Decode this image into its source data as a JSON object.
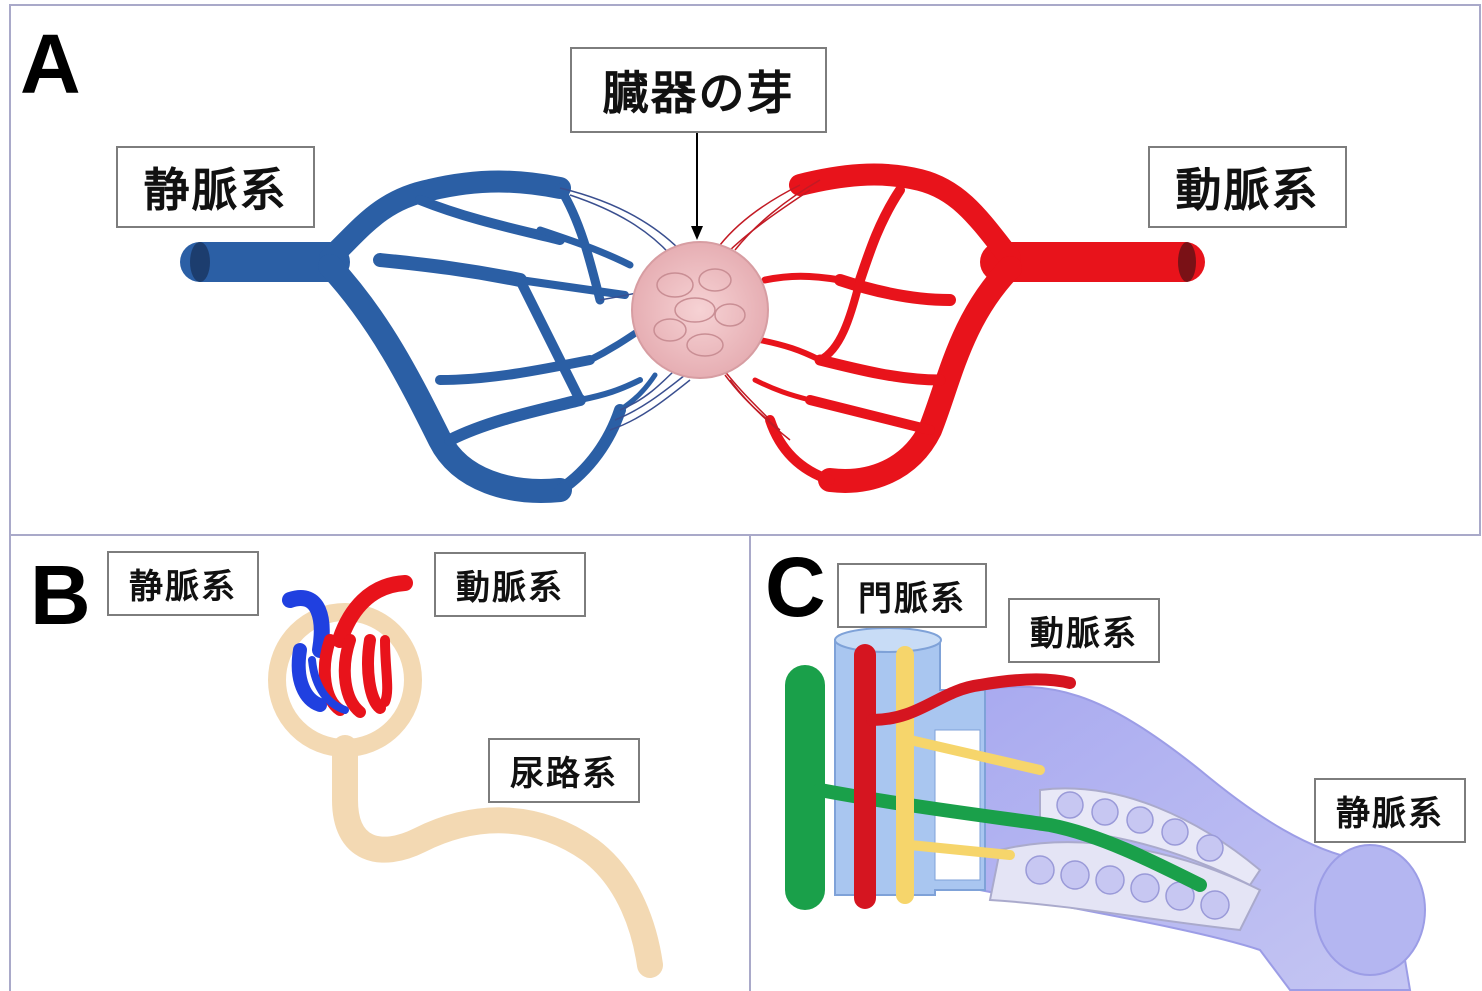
{
  "colors": {
    "vein": "#2b5fa5",
    "artery": "#e8131b",
    "bud": "#f0c3c6",
    "urinary": "#f3d9b3",
    "portal": "#1aa04a",
    "bile": "#f6d56b",
    "liver_tissue": "#b8b9f0",
    "frame": "#a9a9c9"
  },
  "panel_a": {
    "letter": "A",
    "bud_label": "臓器の芽",
    "vein_label": "静脈系",
    "artery_label": "動脈系"
  },
  "panel_b": {
    "letter": "B",
    "vein_label": "静脈系",
    "artery_label": "動脈系",
    "urinary_label": "尿路系"
  },
  "panel_c": {
    "letter": "C",
    "portal_label": "門脈系",
    "artery_label": "動脈系",
    "vein_label": "静脈系"
  }
}
